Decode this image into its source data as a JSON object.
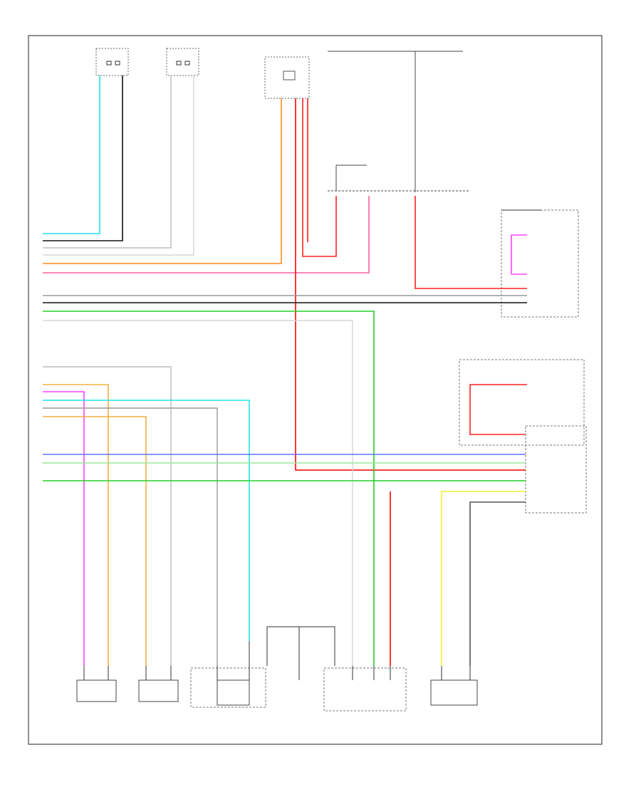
{
  "diagram": {
    "id": "",
    "wire_colors": {
      "lt_blu": "#22e0f0",
      "blk": "#111111",
      "gry": "#999999",
      "wht": "#cfcfcf",
      "orn": "#ff8a1a",
      "pnk": "#ff5fa0",
      "red": "#ff2020",
      "grn": "#22d022",
      "ppl": "#ff40ff",
      "tan": "#f0b040",
      "yel": "#f2f230",
      "blu": "#6070ff",
      "lt_grn": "#9ae89a",
      "dk_grn": "#2e8b2e"
    },
    "components": [
      {
        "id": "right-mirror",
        "label": "",
        "body": ""
      },
      {
        "id": "left-mirror",
        "label": "",
        "body": ""
      },
      {
        "id": "fuse-block",
        "label": "",
        "body": ""
      },
      {
        "id": "right-top-module",
        "label": "",
        "body": ""
      },
      {
        "id": "climate-module",
        "label": "",
        "body": ""
      },
      {
        "id": "front-right-sensor",
        "label": "",
        "body": ""
      },
      {
        "id": "front-left-sensor",
        "label": "",
        "body": ""
      },
      {
        "id": "sensor-module",
        "label": "",
        "body": ""
      },
      {
        "id": "center-sensor",
        "label": "",
        "body": ""
      },
      {
        "id": "right-bottom-sensor",
        "label": "",
        "body": ""
      }
    ]
  }
}
